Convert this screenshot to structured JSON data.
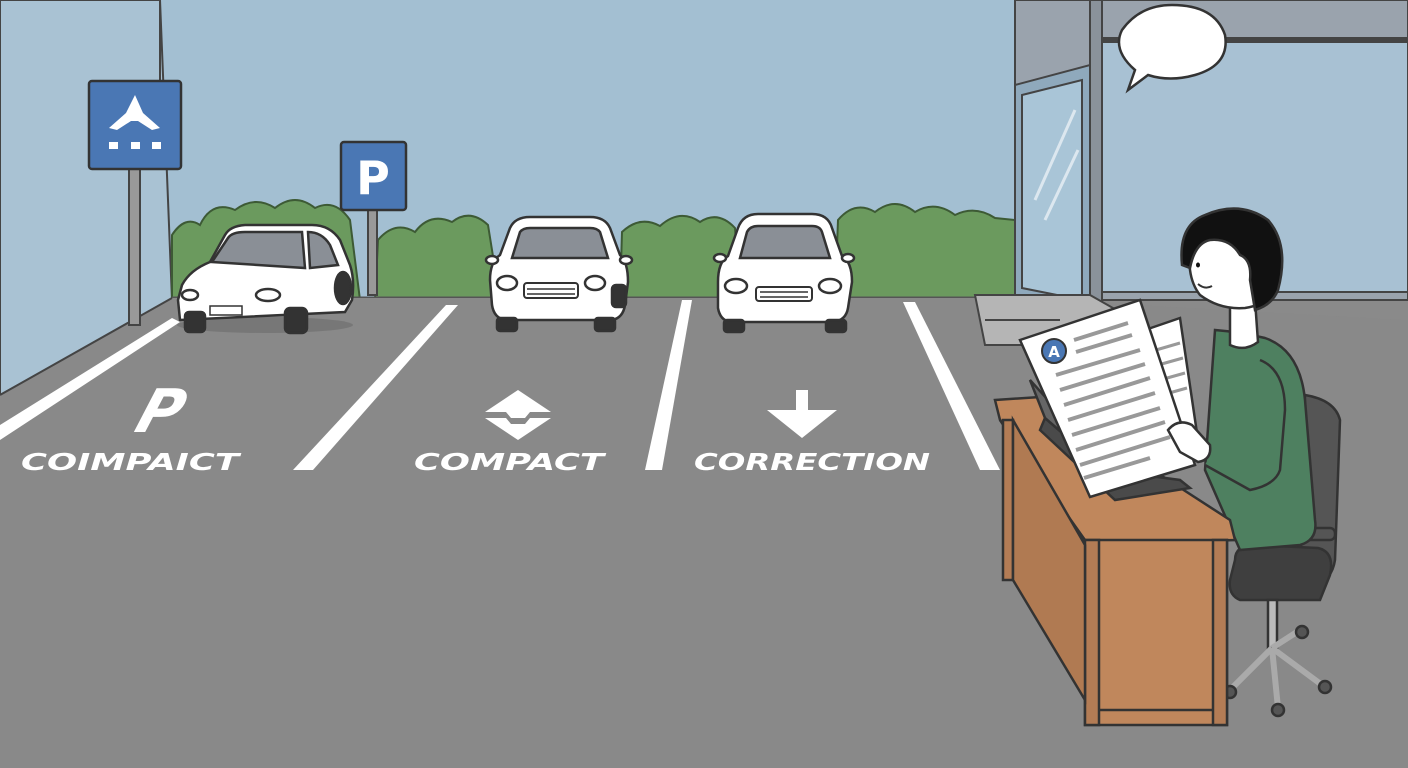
{
  "signs": {
    "airport_sign_icon": "airplane-icon",
    "parking_sign_letter": "P"
  },
  "ground_markings": {
    "space_1": {
      "icon": "parking-p-icon",
      "glyph": "P",
      "label": "COIMPAICT"
    },
    "space_2": {
      "icon": "double-arrow-icon",
      "label": "COMPACT"
    },
    "space_3": {
      "icon": "down-arrow-icon",
      "label": "CORRECTION"
    }
  },
  "speech_bubble": {
    "text": ""
  },
  "document": {
    "badge_letter": "A",
    "badge_icon": "letter-a-badge-icon"
  },
  "colors": {
    "sky": "#a3bfd2",
    "asphalt": "#898989",
    "hedge": "#6b9a5e",
    "sign_blue": "#4a77b4",
    "desk": "#c0875c",
    "sweater": "#4e8060",
    "marking_white": "#ffffff"
  }
}
